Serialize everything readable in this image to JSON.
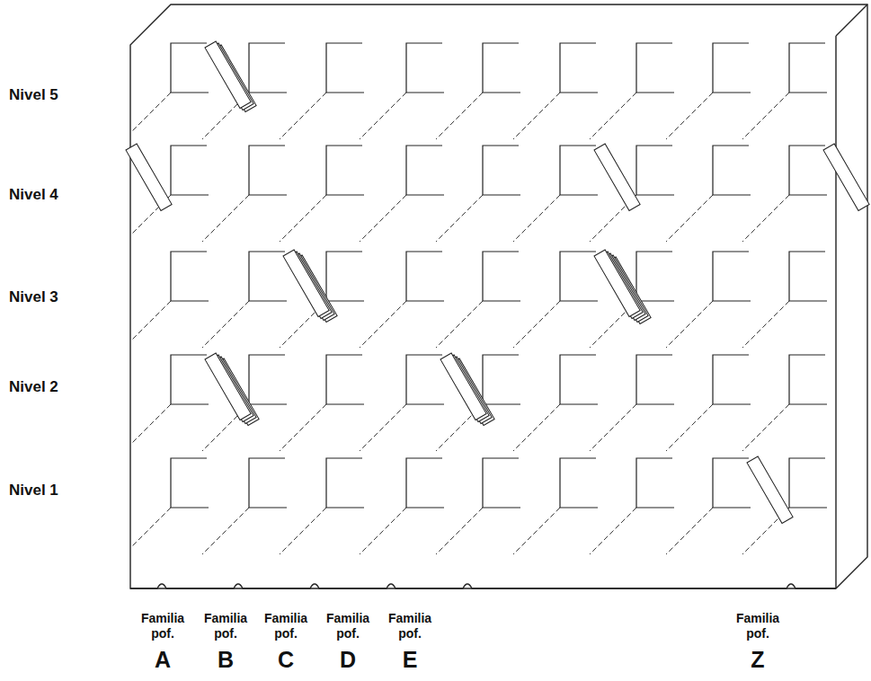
{
  "diagram": {
    "labels": [
      "Nivel 5",
      "Nivel 4",
      "Nivel 3",
      "Nivel 2",
      "Nivel 1",
      "Familia pof.",
      "A",
      "Familia pof.",
      "B",
      "Familia pof.",
      "C",
      "Familia pof.",
      "D",
      "Familia pof.",
      "E",
      "Familia pof.",
      "Z"
    ]
  }
}
